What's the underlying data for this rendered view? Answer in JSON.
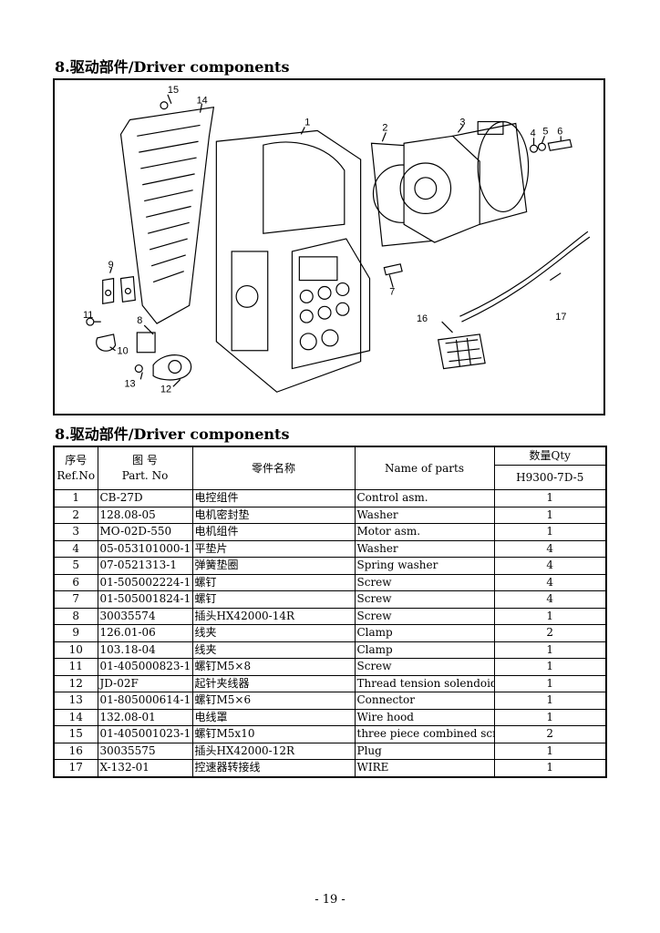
{
  "heading_top": "8.驱动部件/Driver components",
  "heading_table": "8.驱动部件/Driver components",
  "figure": {
    "callouts": [
      "1",
      "2",
      "3",
      "4",
      "5",
      "6",
      "7",
      "8",
      "9",
      "10",
      "11",
      "12",
      "13",
      "14",
      "15",
      "16",
      "17"
    ]
  },
  "table": {
    "headers": {
      "ref_cn": "序号",
      "ref_en": "Ref.No",
      "part_cn": "图 号",
      "part_en": "Part. No",
      "name_cn": "零件名称",
      "name_en": "Name of parts",
      "qty": "数量Qty",
      "model": "H9300-7D-5"
    },
    "rows": [
      {
        "ref": "1",
        "part": "CB-27D",
        "cn": "电控组件",
        "en": "Control asm.",
        "qty": "1"
      },
      {
        "ref": "2",
        "part": "128.08-05",
        "cn": "电机密封垫",
        "en": "Washer",
        "qty": "1"
      },
      {
        "ref": "3",
        "part": "MO-02D-550",
        "cn": "电机组件",
        "en": "Motor asm.",
        "qty": "1"
      },
      {
        "ref": "4",
        "part": "05-053101000-1",
        "cn": "平垫片",
        "en": "Washer",
        "qty": "4"
      },
      {
        "ref": "5",
        "part": "07-0521313-1",
        "cn": "弹簧垫圈",
        "en": "Spring washer",
        "qty": "4"
      },
      {
        "ref": "6",
        "part": "01-505002224-1",
        "cn": "螺钉",
        "en": "Screw",
        "qty": "4"
      },
      {
        "ref": "7",
        "part": "01-505001824-1",
        "cn": "螺钉",
        "en": "Screw",
        "qty": "4"
      },
      {
        "ref": "8",
        "part": "30035574",
        "cn": "插头HX42000-14R",
        "en": "Screw",
        "qty": "1"
      },
      {
        "ref": "9",
        "part": "126.01-06",
        "cn": "线夹",
        "en": "Clamp",
        "qty": "2"
      },
      {
        "ref": "10",
        "part": "103.18-04",
        "cn": "线夹",
        "en": "Clamp",
        "qty": "1"
      },
      {
        "ref": "11",
        "part": "01-405000823-1",
        "cn": "螺钉M5×8",
        "en": "Screw",
        "qty": "1"
      },
      {
        "ref": "12",
        "part": "JD-02F",
        "cn": "起针夹线器",
        "en": "Thread tension solendoid asr",
        "qty": "1"
      },
      {
        "ref": "13",
        "part": "01-805000614-1",
        "cn": "螺钉M5×6",
        "en": "Connector",
        "qty": "1"
      },
      {
        "ref": "14",
        "part": "132.08-01",
        "cn": "电线罩",
        "en": "Wire hood",
        "qty": "1"
      },
      {
        "ref": "15",
        "part": "01-405001023-1",
        "cn": "螺钉M5x10",
        "en": "three piece combined screw",
        "qty": "2"
      },
      {
        "ref": "16",
        "part": "30035575",
        "cn": "插头HX42000-12R",
        "en": "Plug",
        "qty": "1"
      },
      {
        "ref": "17",
        "part": "X-132-01",
        "cn": "控速器转接线",
        "en": "WIRE",
        "qty": "1"
      }
    ]
  },
  "page_number": "- 19 -"
}
